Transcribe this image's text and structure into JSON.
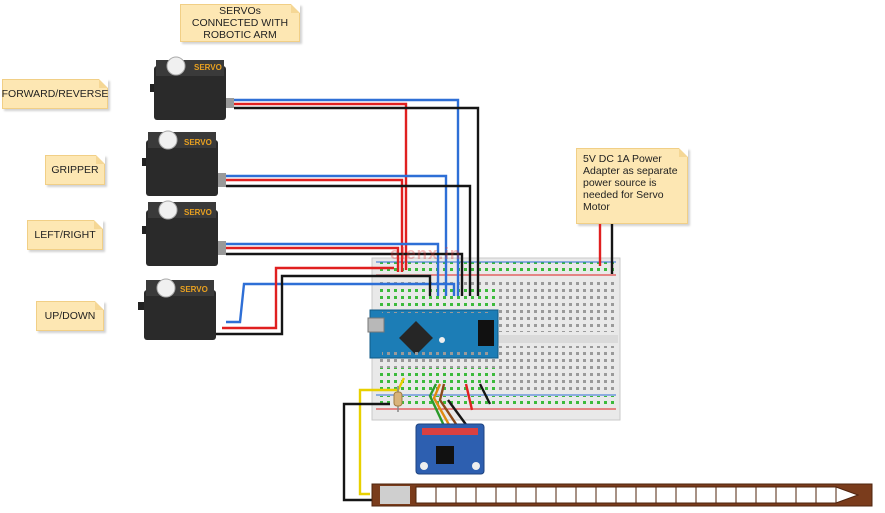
{
  "notes": {
    "forward_reverse": "FORWARD/REVERSE",
    "gripper": "GRIPPER",
    "left_right": "LEFT/RIGHT",
    "up_down": "UP/DOWN",
    "servos_connected": "SERVOs CONNECTED WITH ROBOTIC ARM",
    "power_adapter": "5V DC 1A Power Adapter as separate power source is needed for Servo Motor"
  },
  "servo_label": "SERVO",
  "watermark": "elenx.in",
  "colors": {
    "wire_red": "#e02020",
    "wire_blue": "#2e6fd6",
    "wire_black": "#151515",
    "wire_yellow": "#e8d000",
    "wire_green": "#2a9a2a",
    "wire_orange": "#e08a10",
    "wire_brown": "#8b4a1a",
    "breadboard": "#e9e9e9",
    "arduino": "#1c7db6",
    "mpu6050": "#2d5fb0",
    "flex_sensor": "#7a3c1c",
    "note_fill": "#fde7b3"
  }
}
